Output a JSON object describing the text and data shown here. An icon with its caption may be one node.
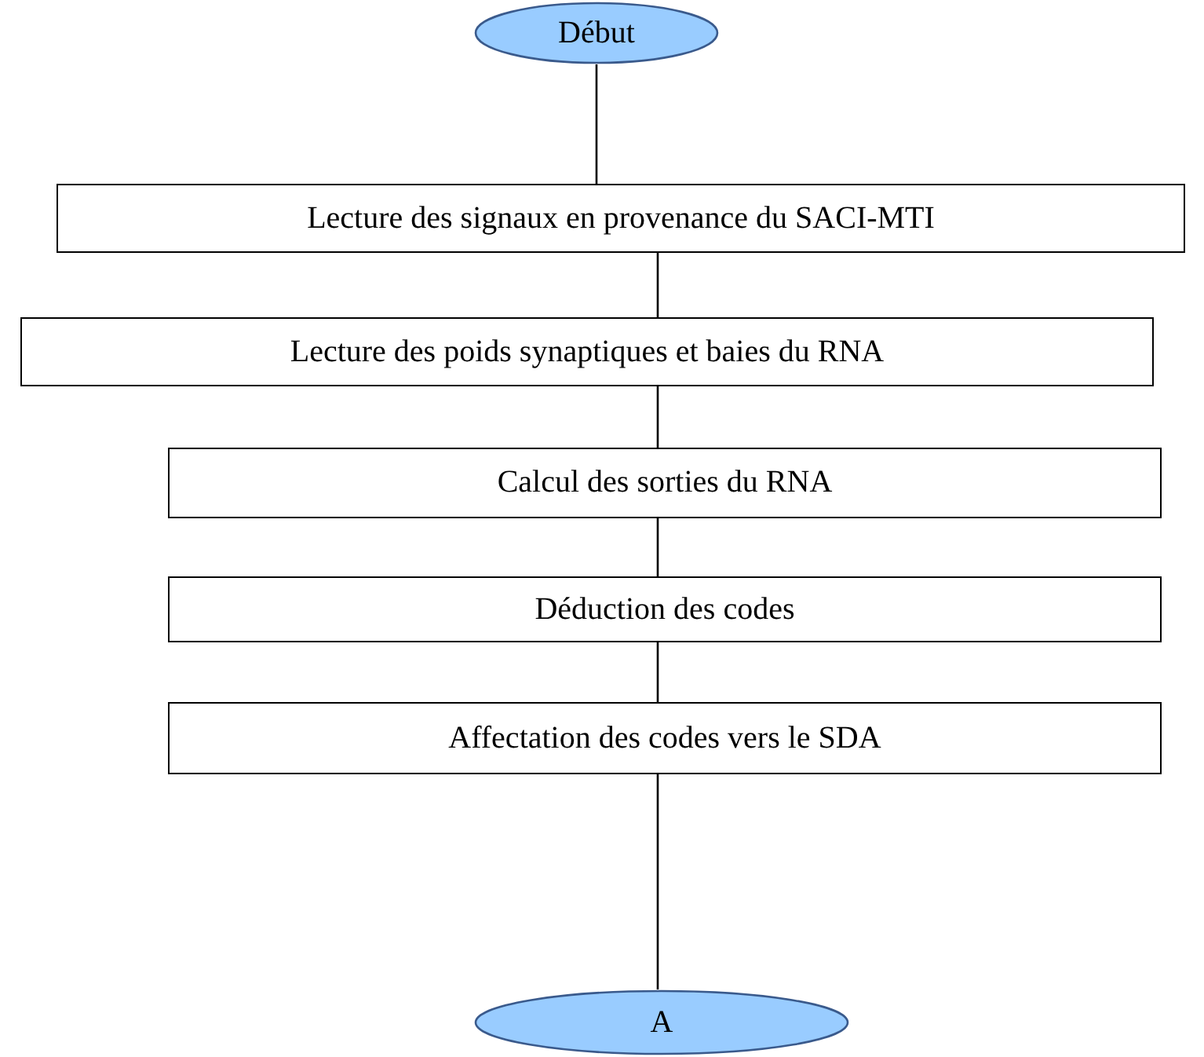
{
  "diagram": {
    "nodes": [
      {
        "text": [
          "Début"
        ]
      },
      {
        "text": [
          "Lecture des signaux en provenance du SACI-MTI"
        ]
      },
      {
        "text": [
          "Lecture des poids synaptiques et baies du RNA"
        ]
      },
      {
        "text": [
          "Calcul des sorties du RNA"
        ]
      },
      {
        "text": [
          "Déduction des codes"
        ]
      },
      {
        "text": [
          "Affectation des codes vers le SDA"
        ]
      },
      {
        "text": [
          "A"
        ]
      }
    ],
    "edges": [
      {
        "from": 0,
        "to": 1,
        "arrow": "none"
      },
      {
        "from": 1,
        "to": 2,
        "arrow": "none"
      },
      {
        "from": 2,
        "to": 3,
        "arrow": "none"
      },
      {
        "from": 3,
        "to": 4,
        "arrow": "none"
      },
      {
        "from": 4,
        "to": 5,
        "arrow": "none"
      },
      {
        "from": 5,
        "to": 6,
        "arrow": "none"
      }
    ]
  }
}
